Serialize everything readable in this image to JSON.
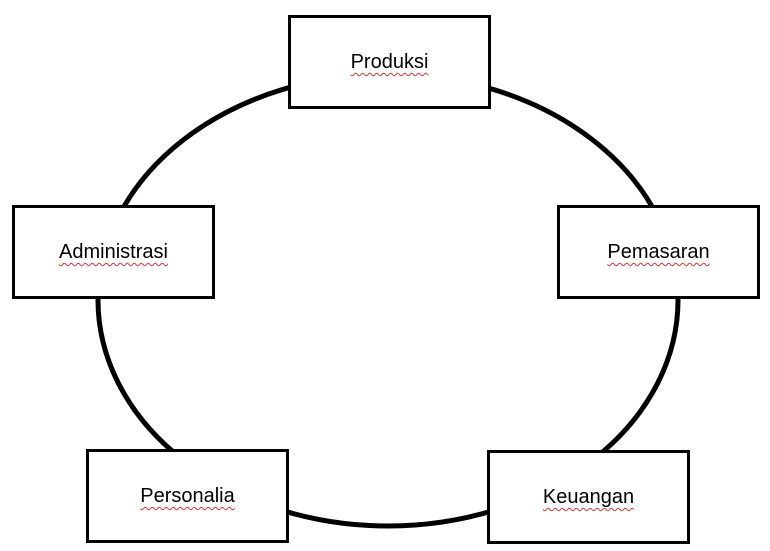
{
  "diagram": {
    "cycle": {
      "stroke_color": "#000000"
    },
    "nodes": {
      "produksi": {
        "label": "Produksi"
      },
      "pemasaran": {
        "label": "Pemasaran"
      },
      "keuangan": {
        "label": "Keuangan"
      },
      "personalia": {
        "label": "Personalia"
      },
      "administrasi": {
        "label": "Administrasi"
      }
    }
  }
}
